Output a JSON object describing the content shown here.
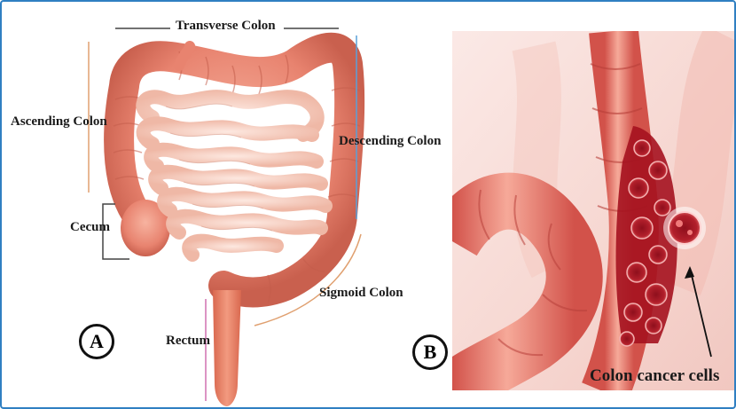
{
  "panel_a": {
    "badge": "A",
    "labels": {
      "transverse": "Transverse Colon",
      "ascending": "Ascending Colon",
      "descending": "Descending Colon",
      "cecum": "Cecum",
      "sigmoid": "Sigmoid Colon",
      "rectum": "Rectum"
    }
  },
  "panel_b": {
    "badge": "B",
    "caption": "Colon cancer cells"
  },
  "colors": {
    "frame": "#2f7fc2",
    "ascending_line": "#e0a070",
    "descending_line": "#5aa0d8",
    "rectum_line": "#d070b0",
    "colon": "#e8836f",
    "small_intestine": "#f6cfc2"
  }
}
